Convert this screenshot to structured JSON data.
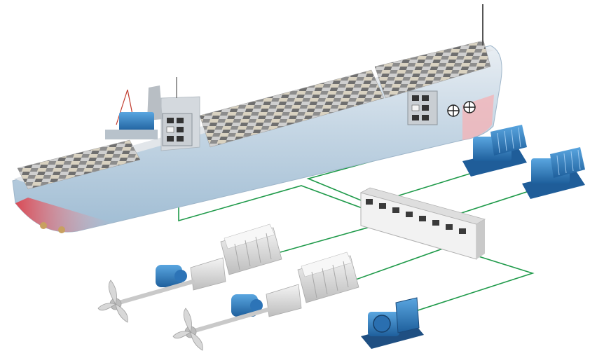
{
  "diagram": {
    "kind": "ship power and propulsion control network",
    "components": [
      {
        "id": "container-ship",
        "label": "",
        "icon": "container-ship"
      },
      {
        "id": "bridge-control-panel",
        "label": "",
        "icon": "control-panel-icon"
      },
      {
        "id": "engine-room-control-panel",
        "label": "",
        "icon": "control-panel-icon"
      },
      {
        "id": "deck-crane",
        "label": "",
        "icon": "crane-icon"
      },
      {
        "id": "central-switchboard",
        "label": "",
        "icon": "switchboard-icon",
        "modules": 8
      },
      {
        "id": "auxiliary-generator-1",
        "label": "",
        "icon": "generator-icon"
      },
      {
        "id": "auxiliary-generator-2",
        "label": "",
        "icon": "generator-icon"
      },
      {
        "id": "emergency-generator",
        "label": "",
        "icon": "generator-icon"
      },
      {
        "id": "main-engine-1",
        "label": "",
        "icon": "engine-icon"
      },
      {
        "id": "main-engine-2",
        "label": "",
        "icon": "engine-icon"
      },
      {
        "id": "shaft-generator-1",
        "label": "",
        "icon": "motor-icon"
      },
      {
        "id": "shaft-generator-2",
        "label": "",
        "icon": "motor-icon"
      },
      {
        "id": "propeller-1",
        "label": "",
        "icon": "propeller-icon"
      },
      {
        "id": "propeller-2",
        "label": "",
        "icon": "propeller-icon"
      }
    ],
    "connections": [
      [
        "bridge-control-panel",
        "central-switchboard"
      ],
      [
        "engine-room-control-panel",
        "central-switchboard"
      ],
      [
        "central-switchboard",
        "auxiliary-generator-1"
      ],
      [
        "central-switchboard",
        "auxiliary-generator-2"
      ],
      [
        "central-switchboard",
        "main-engine-1"
      ],
      [
        "central-switchboard",
        "main-engine-2"
      ],
      [
        "central-switchboard",
        "emergency-generator"
      ]
    ],
    "colors": {
      "network_line": "#1f9a4a",
      "equipment_blue": "#2f7fc4",
      "hull_blue": "#b9cfe0",
      "hull_red": "#e8606a",
      "engine_gray": "#dcdcdc"
    }
  }
}
